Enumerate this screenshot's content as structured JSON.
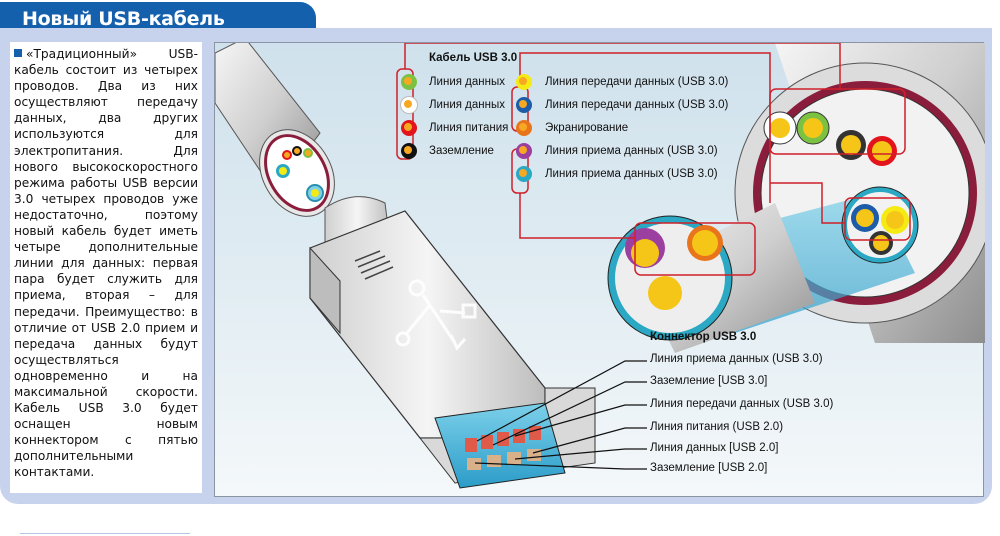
{
  "header": {
    "title": "Новый USB-кабель"
  },
  "article": {
    "text": "«Традиционный» USB-кабель состоит из четырех проводов. Два из них осуществляют передачу данных, два других используются для электропитания. Для нового высокоскоростного режима работы USB версии 3.0 четырех проводов уже недостаточно, поэтому новый кабель будет иметь четыре дополнительные линии для данных: первая пара будет служить для приема, вторая – для передачи. Преимущество: в отличие от USB 2.0 прием и передача данных будут осуществляться одновременно и на максимальной скорости. Кабель USB 3.0 будет оснащен новым коннектором с пятью дополнительными контактами."
  },
  "cable_legend": {
    "title": "Кабель USB 3.0",
    "left_items": [
      {
        "label": "Линия данных",
        "ring_color": "#7cc242"
      },
      {
        "label": "Линия данных",
        "ring_color": "#ffffff"
      },
      {
        "label": "Линия питания",
        "ring_color": "#e3141b"
      },
      {
        "label": "Заземление",
        "ring_color": "#111111"
      }
    ],
    "right_items": [
      {
        "label": "Линия передачи данных (USB 3.0)",
        "ring_color": "#f5ea14"
      },
      {
        "label": "Линия передачи данных (USB 3.0)",
        "ring_color": "#1d5ca8"
      },
      {
        "label": "Экранирование",
        "ring_color": "#e8741c"
      },
      {
        "label": "Линия приема данных (USB 3.0)",
        "ring_color": "#9b3fa0"
      },
      {
        "label": "Линия приема данных (USB 3.0)",
        "ring_color": "#2aa8c4"
      }
    ]
  },
  "connector_legend": {
    "title": "Коннектор USB 3.0",
    "items": [
      "Линия приема данных (USB 3.0)",
      "Заземление [USB 3.0]",
      "Линия передачи данных (USB 3.0)",
      "Линия питания (USB 2.0)",
      "Линия данных [USB 2.0]",
      "Заземление [USB 2.0]"
    ]
  },
  "colors": {
    "brand_blue": "#1560ac",
    "frame": "#c7d3ec",
    "callout_red": "#d0202a",
    "conductor": "#f7a823"
  }
}
